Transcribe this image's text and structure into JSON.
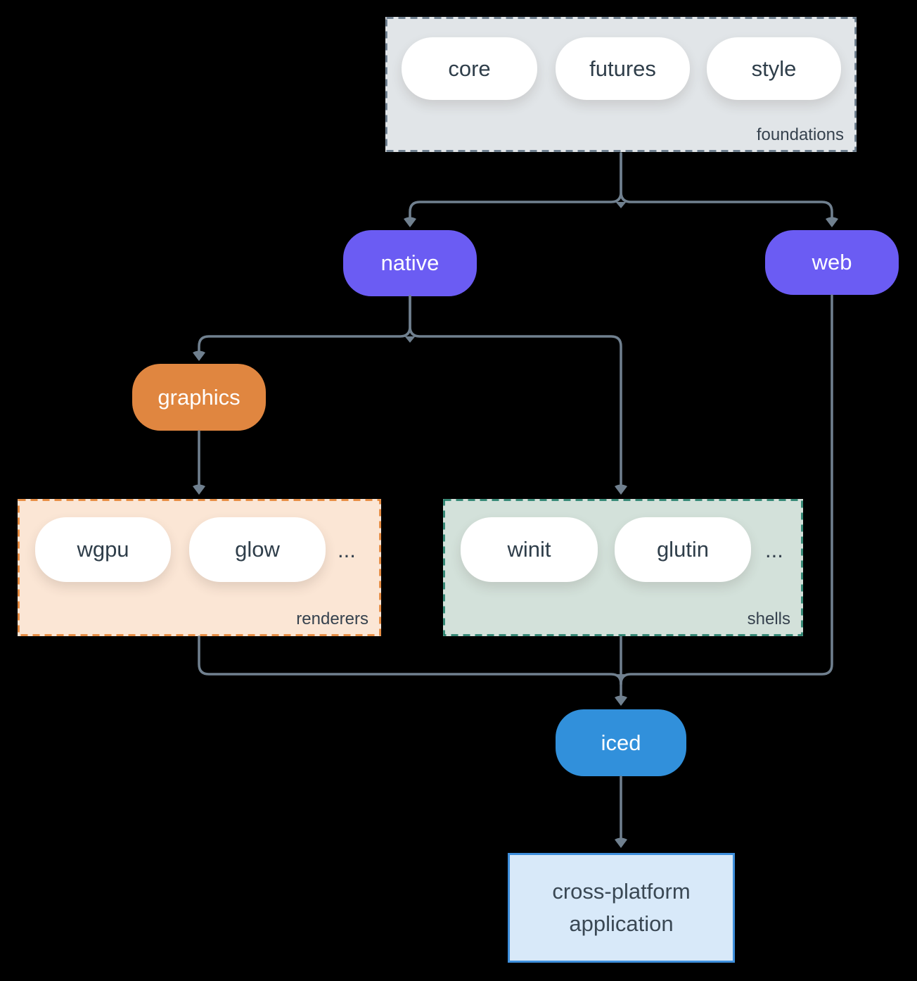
{
  "canvas": {
    "background": "#000000",
    "edge_color": "#70808f"
  },
  "foundations": {
    "label": "foundations",
    "fill": "#e1e5e8",
    "border_color": "#5f7182",
    "pills": [
      "core",
      "futures",
      "style"
    ]
  },
  "native": {
    "label": "native",
    "fill": "#6b5cf3"
  },
  "web": {
    "label": "web",
    "fill": "#6b5cf3"
  },
  "graphics": {
    "label": "graphics",
    "fill": "#e08640"
  },
  "renderers": {
    "label": "renderers",
    "fill": "#fbe6d5",
    "border_color": "#e5802e",
    "pills": [
      "wgpu",
      "glow"
    ],
    "more": "..."
  },
  "shells": {
    "label": "shells",
    "fill": "#d3e1da",
    "border_color": "#1e7c67",
    "pills": [
      "winit",
      "glutin"
    ],
    "more": "..."
  },
  "iced": {
    "label": "iced",
    "fill": "#3190db"
  },
  "application": {
    "label": "cross-platform application",
    "fill": "#d8e9f9",
    "border_color": "#3e8fdc"
  }
}
